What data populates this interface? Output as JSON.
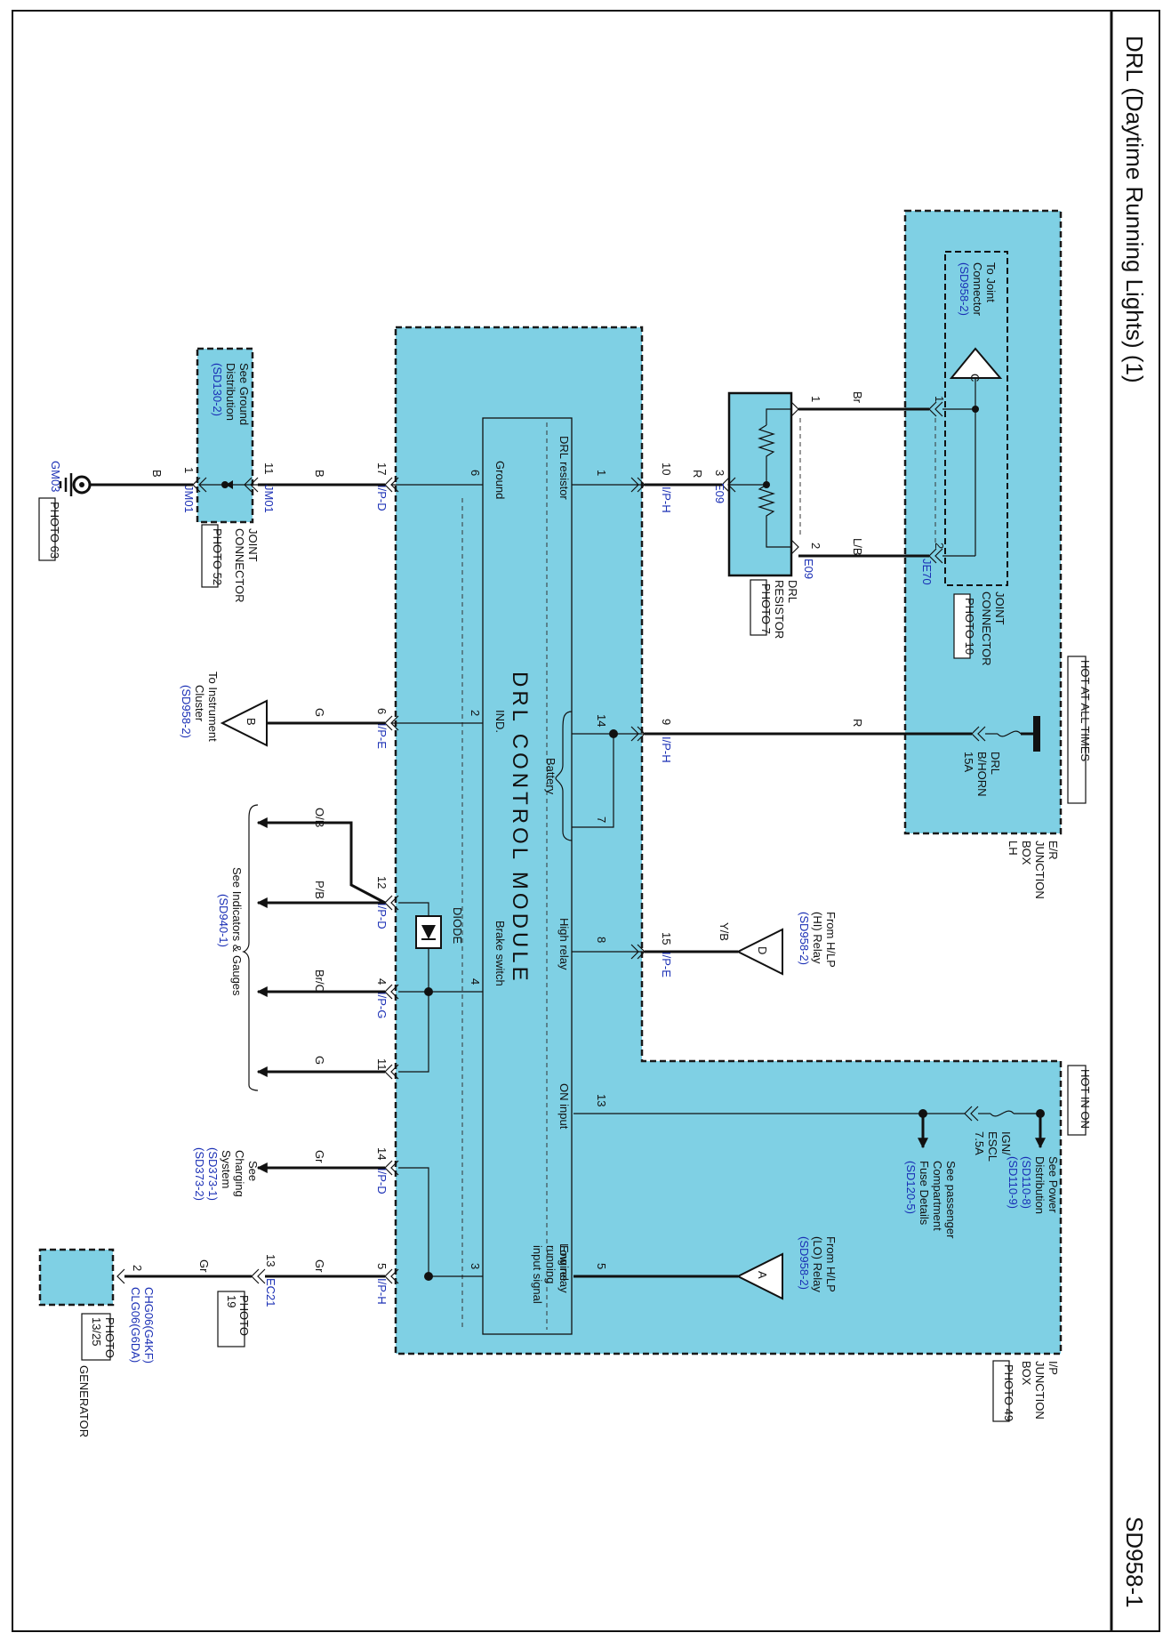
{
  "header": {
    "title": "DRL (Daytime Running Lights) (1)",
    "page_id": "SD958-1"
  },
  "boxes": {
    "er_junction": [
      "E/R",
      "JUNCTION",
      "BOX",
      "LH"
    ],
    "ip_junction": [
      "I/P",
      "JUNCTION",
      "BOX"
    ],
    "ip_photo": "PHOTO 49",
    "hot_at_all_times": "HOT AT ALL TIMES",
    "hot_in_on": "HOT IN ON"
  },
  "joint_connector_je70": {
    "desc": [
      "To Joint",
      "Connector"
    ],
    "ref": "(SD958-2)",
    "triangle": "C",
    "pin1": "1",
    "pin2": "2",
    "id": "JE70",
    "label": [
      "JOINT",
      "CONNECTOR"
    ],
    "photo": "PHOTO 10"
  },
  "fuse_drl": [
    "DRL",
    "B/HORN",
    "15A"
  ],
  "fuse_ign": [
    "IGN/",
    "ESCL",
    "7.5A"
  ],
  "power_dist": {
    "text": [
      "See Power",
      "Distribution"
    ],
    "refs": [
      "(SD110-8)",
      "(SD110-9)"
    ]
  },
  "fuse_details": {
    "text": [
      "See passenger",
      "Compartment",
      "Fuse Details"
    ],
    "ref": "(SD120-5)"
  },
  "drl_resistor": {
    "label": [
      "DRL",
      "RESISTOR"
    ],
    "photo": "PHOTO 7",
    "id_left": "E09",
    "id_right": "E09",
    "pin1": "1",
    "pin2": "2",
    "pin3": "3"
  },
  "wires": {
    "br": "Br",
    "lb": "L/B",
    "r1": "R",
    "r2": "R",
    "yb": "Y/B",
    "b1": "B",
    "b2": "B",
    "g1": "G",
    "ob": "O/B",
    "pb": "P/B",
    "bro": "Br/O",
    "g2": "G",
    "gr1": "Gr",
    "gr2": "Gr",
    "gr3": "Gr"
  },
  "relays": {
    "d": {
      "triangle": "D",
      "text": [
        "From H/LP",
        "(HI) Relay"
      ],
      "ref": "(SD958-2)"
    },
    "a": {
      "triangle": "A",
      "text": [
        "From H/LP",
        "(LO) Relay"
      ],
      "ref": "(SD958-2)"
    }
  },
  "module": {
    "title": "DRL CONTROL MODULE",
    "pins": {
      "drl_resistor": {
        "name": "DRL resistor",
        "pin": "1"
      },
      "ground": {
        "name": "Ground",
        "pin": "6"
      },
      "ind": {
        "name": "IND.",
        "pin": "2"
      },
      "battery": {
        "name": "Battery",
        "pin_a": "14",
        "pin_b": "7"
      },
      "high_relay": {
        "name": "High relay",
        "pin": "8"
      },
      "brake_switch": {
        "name": "Brake switch",
        "pin": "4"
      },
      "on_input": {
        "name": "ON input",
        "pin": "13"
      },
      "low_relay": {
        "name": "Low relay",
        "pin": "5"
      },
      "engine": {
        "name": [
          "Engine",
          "running",
          "input signal"
        ],
        "pin": "3"
      }
    }
  },
  "top_connectors": {
    "c10": {
      "pin": "10",
      "id": "I/P-H"
    },
    "c9": {
      "pin": "9",
      "id": "I/P-H"
    },
    "c15": {
      "pin": "15",
      "id": "I/P-E"
    }
  },
  "bottom_connectors": {
    "c17": {
      "pin": "17",
      "id": "I/P-D"
    },
    "c6": {
      "pin": "6",
      "id": "I/P-E"
    },
    "c12": {
      "pin": "12",
      "id": "I/P-D"
    },
    "c4": {
      "pin": "4",
      "id": "I/P-G"
    },
    "c11": {
      "pin": "11"
    },
    "c14": {
      "pin": "14",
      "id": "I/P-D"
    },
    "c5": {
      "pin": "5",
      "id": "I/P-H"
    }
  },
  "diode": "DIODE",
  "ground_dist": {
    "text": [
      "See Ground",
      "Distribution"
    ],
    "ref": "(SD130-2)",
    "jm_left_pin": "1",
    "jm_left": "JM01",
    "jm_right_pin": "11",
    "jm_right": "JM01",
    "label": [
      "JOINT",
      "CONNECTOR"
    ],
    "photo": "PHOTO 52"
  },
  "ground_point": {
    "id": "GM03",
    "photo": "PHOTO 63"
  },
  "cluster": {
    "triangle": "B",
    "text": [
      "To Instrument",
      "Cluster"
    ],
    "ref": "(SD958-2)"
  },
  "indicators": {
    "text": "See Indicators & Gauges",
    "ref": "(SD940-1)"
  },
  "charging": {
    "text": [
      "See",
      "Charging",
      "System"
    ],
    "refs": [
      "(SD373-1)",
      "(SD373-2)"
    ]
  },
  "ec21": {
    "pin": "13",
    "id": "EC21",
    "photo": [
      "PHOTO",
      "19"
    ]
  },
  "generator": {
    "pin": "2",
    "conns": [
      "CHG06(G4KF)",
      "CLG06(G6DA)"
    ],
    "photo": [
      "PHOTO",
      "13/25"
    ],
    "label": "GENERATOR"
  },
  "colors": {
    "box_fill": "#7fd0e4",
    "ref_blue": "#1a2fb5",
    "wire": "#111111"
  }
}
